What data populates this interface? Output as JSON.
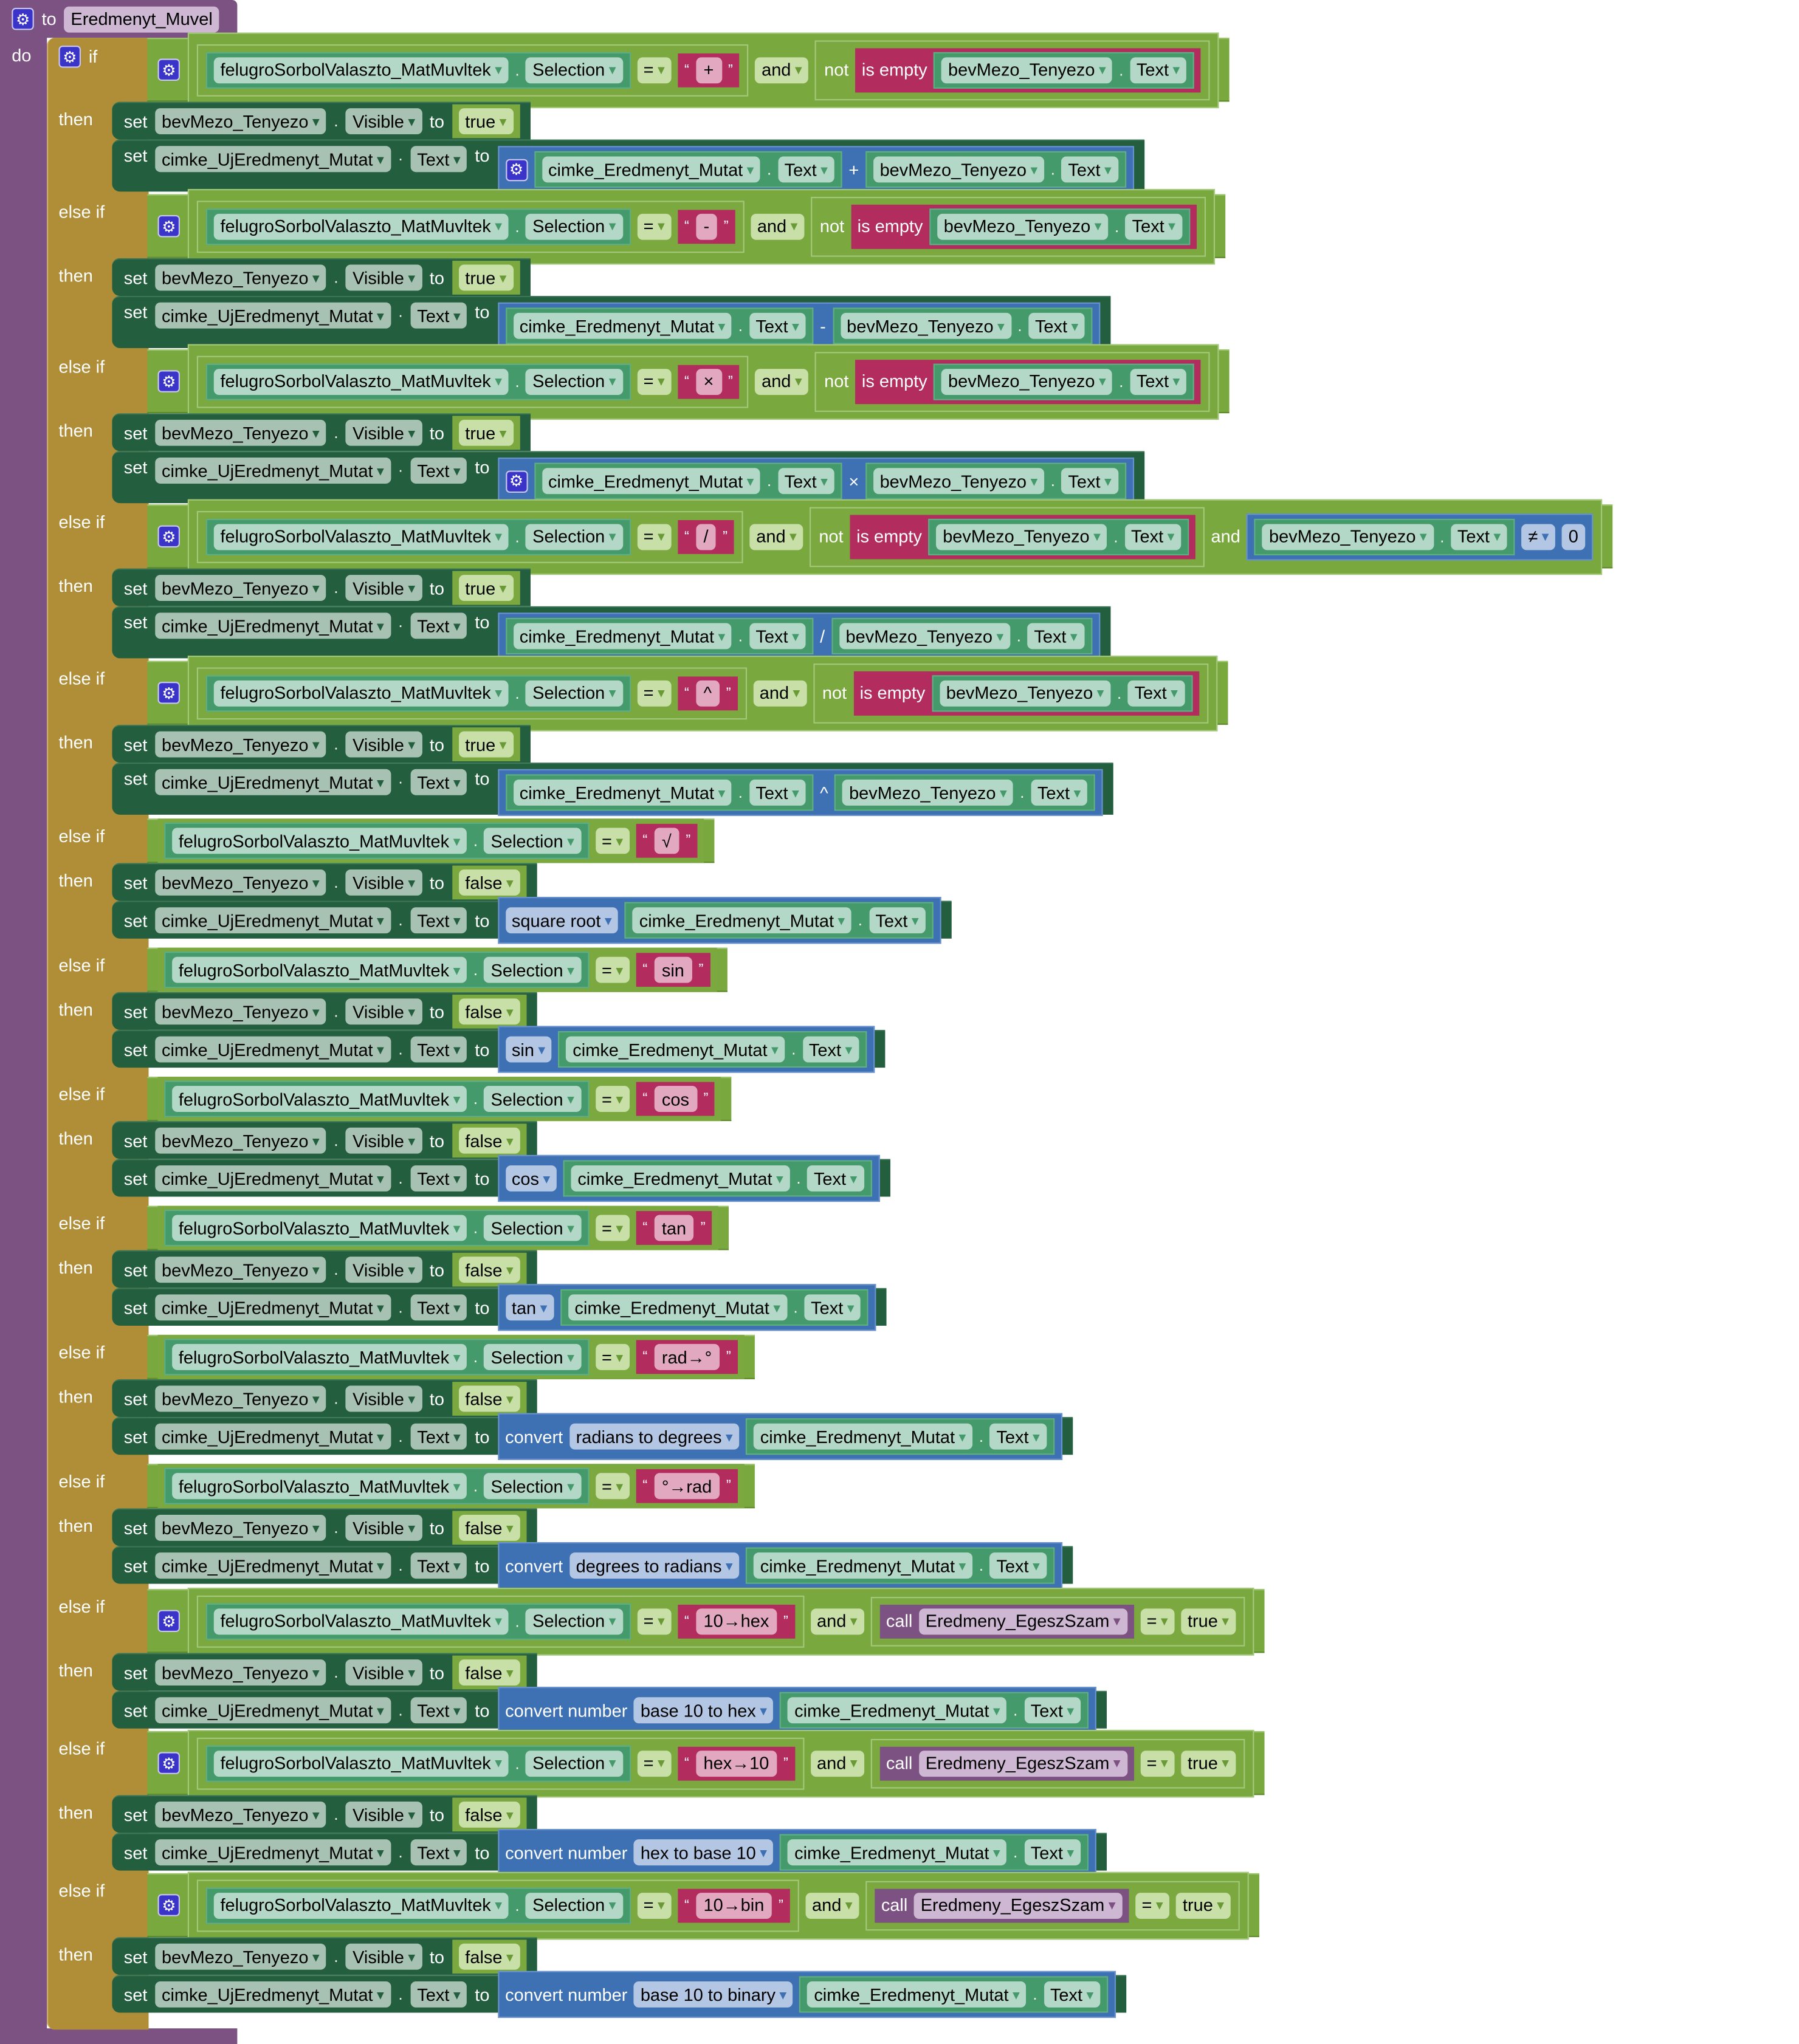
{
  "procedure": {
    "to_label": "to",
    "name": "Eredmenyt_Muvel",
    "do_label": "do"
  },
  "punct": {
    "dot": ".",
    "quote_open": "“",
    "quote_close": "”"
  },
  "colors": {
    "procedure": "#7b5281",
    "control": "#b08d37",
    "logic": "#79a93e",
    "component": "#449a6b",
    "setter": "#235f3f",
    "text": "#b22c5e",
    "math": "#3e70b4"
  },
  "branches": [
    {
      "keyword": "if",
      "then": "then",
      "condition": {
        "component": "felugroSorbolValaszto_MatMuvltek",
        "property": "Selection",
        "op": "=",
        "value": "+",
        "and": "and",
        "not": "not",
        "is_empty": "is empty",
        "check_component": "bevMezo_Tenyezo",
        "check_property": "Text"
      },
      "statements": [
        {
          "set": "set",
          "component": "bevMezo_Tenyezo",
          "property": "Visible",
          "to": "to",
          "value": "true"
        },
        {
          "set": "set",
          "component": "cimke_UjEredmenyt_Mutat",
          "property": "Text",
          "to": "to",
          "expr": {
            "left_component": "cimke_Eredmenyt_Mutat",
            "left_property": "Text",
            "op": "+",
            "right_component": "bevMezo_Tenyezo",
            "right_property": "Text"
          }
        }
      ]
    },
    {
      "keyword": "else if",
      "then": "then",
      "condition": {
        "component": "felugroSorbolValaszto_MatMuvltek",
        "property": "Selection",
        "op": "=",
        "value": "-",
        "and": "and",
        "not": "not",
        "is_empty": "is empty",
        "check_component": "bevMezo_Tenyezo",
        "check_property": "Text"
      },
      "statements": [
        {
          "set": "set",
          "component": "bevMezo_Tenyezo",
          "property": "Visible",
          "to": "to",
          "value": "true"
        },
        {
          "set": "set",
          "component": "cimke_UjEredmenyt_Mutat",
          "property": "Text",
          "to": "to",
          "expr": {
            "left_component": "cimke_Eredmenyt_Mutat",
            "left_property": "Text",
            "op": "-",
            "right_component": "bevMezo_Tenyezo",
            "right_property": "Text"
          }
        }
      ]
    },
    {
      "keyword": "else if",
      "then": "then",
      "condition": {
        "component": "felugroSorbolValaszto_MatMuvltek",
        "property": "Selection",
        "op": "=",
        "value": "×",
        "and": "and",
        "not": "not",
        "is_empty": "is empty",
        "check_component": "bevMezo_Tenyezo",
        "check_property": "Text"
      },
      "statements": [
        {
          "set": "set",
          "component": "bevMezo_Tenyezo",
          "property": "Visible",
          "to": "to",
          "value": "true"
        },
        {
          "set": "set",
          "component": "cimke_UjEredmenyt_Mutat",
          "property": "Text",
          "to": "to",
          "expr": {
            "left_component": "cimke_Eredmenyt_Mutat",
            "left_property": "Text",
            "op": "×",
            "right_component": "bevMezo_Tenyezo",
            "right_property": "Text"
          }
        }
      ]
    },
    {
      "keyword": "else if",
      "then": "then",
      "condition": {
        "component": "felugroSorbolValaszto_MatMuvltek",
        "property": "Selection",
        "op": "=",
        "value": "/",
        "and": "and",
        "not": "not",
        "is_empty": "is empty",
        "check_component": "bevMezo_Tenyezo",
        "check_property": "Text",
        "and2": "and",
        "nz_component": "bevMezo_Tenyezo",
        "nz_property": "Text",
        "nz_op": "≠",
        "nz_value": "0"
      },
      "statements": [
        {
          "set": "set",
          "component": "bevMezo_Tenyezo",
          "property": "Visible",
          "to": "to",
          "value": "true"
        },
        {
          "set": "set",
          "component": "cimke_UjEredmenyt_Mutat",
          "property": "Text",
          "to": "to",
          "expr": {
            "left_component": "cimke_Eredmenyt_Mutat",
            "left_property": "Text",
            "op": "/",
            "right_component": "bevMezo_Tenyezo",
            "right_property": "Text"
          }
        }
      ]
    },
    {
      "keyword": "else if",
      "then": "then",
      "condition": {
        "component": "felugroSorbolValaszto_MatMuvltek",
        "property": "Selection",
        "op": "=",
        "value": "^",
        "and": "and",
        "not": "not",
        "is_empty": "is empty",
        "check_component": "bevMezo_Tenyezo",
        "check_property": "Text"
      },
      "statements": [
        {
          "set": "set",
          "component": "bevMezo_Tenyezo",
          "property": "Visible",
          "to": "to",
          "value": "true"
        },
        {
          "set": "set",
          "component": "cimke_UjEredmenyt_Mutat",
          "property": "Text",
          "to": "to",
          "expr": {
            "left_component": "cimke_Eredmenyt_Mutat",
            "left_property": "Text",
            "op": "^",
            "right_component": "bevMezo_Tenyezo",
            "right_property": "Text"
          }
        }
      ]
    },
    {
      "keyword": "else if",
      "then": "then",
      "condition": {
        "component": "felugroSorbolValaszto_MatMuvltek",
        "property": "Selection",
        "op": "=",
        "value": "√"
      },
      "statements": [
        {
          "set": "set",
          "component": "bevMezo_Tenyezo",
          "property": "Visible",
          "to": "to",
          "value": "false"
        },
        {
          "set": "set",
          "component": "cimke_UjEredmenyt_Mutat",
          "property": "Text",
          "to": "to",
          "expr": {
            "func": "square root",
            "arg_component": "cimke_Eredmenyt_Mutat",
            "arg_property": "Text"
          }
        }
      ]
    },
    {
      "keyword": "else if",
      "then": "then",
      "condition": {
        "component": "felugroSorbolValaszto_MatMuvltek",
        "property": "Selection",
        "op": "=",
        "value": "sin"
      },
      "statements": [
        {
          "set": "set",
          "component": "bevMezo_Tenyezo",
          "property": "Visible",
          "to": "to",
          "value": "false"
        },
        {
          "set": "set",
          "component": "cimke_UjEredmenyt_Mutat",
          "property": "Text",
          "to": "to",
          "expr": {
            "func": "sin",
            "arg_component": "cimke_Eredmenyt_Mutat",
            "arg_property": "Text"
          }
        }
      ]
    },
    {
      "keyword": "else if",
      "then": "then",
      "condition": {
        "component": "felugroSorbolValaszto_MatMuvltek",
        "property": "Selection",
        "op": "=",
        "value": "cos"
      },
      "statements": [
        {
          "set": "set",
          "component": "bevMezo_Tenyezo",
          "property": "Visible",
          "to": "to",
          "value": "false"
        },
        {
          "set": "set",
          "component": "cimke_UjEredmenyt_Mutat",
          "property": "Text",
          "to": "to",
          "expr": {
            "func": "cos",
            "arg_component": "cimke_Eredmenyt_Mutat",
            "arg_property": "Text"
          }
        }
      ]
    },
    {
      "keyword": "else if",
      "then": "then",
      "condition": {
        "component": "felugroSorbolValaszto_MatMuvltek",
        "property": "Selection",
        "op": "=",
        "value": "tan"
      },
      "statements": [
        {
          "set": "set",
          "component": "bevMezo_Tenyezo",
          "property": "Visible",
          "to": "to",
          "value": "false"
        },
        {
          "set": "set",
          "component": "cimke_UjEredmenyt_Mutat",
          "property": "Text",
          "to": "to",
          "expr": {
            "func": "tan",
            "arg_component": "cimke_Eredmenyt_Mutat",
            "arg_property": "Text"
          }
        }
      ]
    },
    {
      "keyword": "else if",
      "then": "then",
      "condition": {
        "component": "felugroSorbolValaszto_MatMuvltek",
        "property": "Selection",
        "op": "=",
        "value": "rad→°"
      },
      "statements": [
        {
          "set": "set",
          "component": "bevMezo_Tenyezo",
          "property": "Visible",
          "to": "to",
          "value": "false"
        },
        {
          "set": "set",
          "component": "cimke_UjEredmenyt_Mutat",
          "property": "Text",
          "to": "to",
          "expr": {
            "label": "convert",
            "func": "radians to degrees",
            "arg_component": "cimke_Eredmenyt_Mutat",
            "arg_property": "Text"
          }
        }
      ]
    },
    {
      "keyword": "else if",
      "then": "then",
      "condition": {
        "component": "felugroSorbolValaszto_MatMuvltek",
        "property": "Selection",
        "op": "=",
        "value": "°→rad"
      },
      "statements": [
        {
          "set": "set",
          "component": "bevMezo_Tenyezo",
          "property": "Visible",
          "to": "to",
          "value": "false"
        },
        {
          "set": "set",
          "component": "cimke_UjEredmenyt_Mutat",
          "property": "Text",
          "to": "to",
          "expr": {
            "label": "convert",
            "func": "degrees to radians",
            "arg_component": "cimke_Eredmenyt_Mutat",
            "arg_property": "Text"
          }
        }
      ]
    },
    {
      "keyword": "else if",
      "then": "then",
      "condition": {
        "component": "felugroSorbolValaszto_MatMuvltek",
        "property": "Selection",
        "op": "=",
        "value": "10→hex",
        "and": "and",
        "call": "call",
        "procedure": "Eredmeny_EgeszSzam",
        "call_op": "=",
        "call_value": "true"
      },
      "statements": [
        {
          "set": "set",
          "component": "bevMezo_Tenyezo",
          "property": "Visible",
          "to": "to",
          "value": "false"
        },
        {
          "set": "set",
          "component": "cimke_UjEredmenyt_Mutat",
          "property": "Text",
          "to": "to",
          "expr": {
            "label": "convert number",
            "func": "base 10 to hex",
            "arg_component": "cimke_Eredmenyt_Mutat",
            "arg_property": "Text"
          }
        }
      ]
    },
    {
      "keyword": "else if",
      "then": "then",
      "condition": {
        "component": "felugroSorbolValaszto_MatMuvltek",
        "property": "Selection",
        "op": "=",
        "value": "hex→10",
        "and": "and",
        "call": "call",
        "procedure": "Eredmeny_EgeszSzam",
        "call_op": "=",
        "call_value": "true"
      },
      "statements": [
        {
          "set": "set",
          "component": "bevMezo_Tenyezo",
          "property": "Visible",
          "to": "to",
          "value": "false"
        },
        {
          "set": "set",
          "component": "cimke_UjEredmenyt_Mutat",
          "property": "Text",
          "to": "to",
          "expr": {
            "label": "convert number",
            "func": "hex to base 10",
            "arg_component": "cimke_Eredmenyt_Mutat",
            "arg_property": "Text"
          }
        }
      ]
    },
    {
      "keyword": "else if",
      "then": "then",
      "condition": {
        "component": "felugroSorbolValaszto_MatMuvltek",
        "property": "Selection",
        "op": "=",
        "value": "10→bin",
        "and": "and",
        "call": "call",
        "procedure": "Eredmeny_EgeszSzam",
        "call_op": "=",
        "call_value": "true"
      },
      "statements": [
        {
          "set": "set",
          "component": "bevMezo_Tenyezo",
          "property": "Visible",
          "to": "to",
          "value": "false"
        },
        {
          "set": "set",
          "component": "cimke_UjEredmenyt_Mutat",
          "property": "Text",
          "to": "to",
          "expr": {
            "label": "convert number",
            "func": "base 10 to binary",
            "arg_component": "cimke_Eredmenyt_Mutat",
            "arg_property": "Text"
          }
        }
      ]
    }
  ]
}
